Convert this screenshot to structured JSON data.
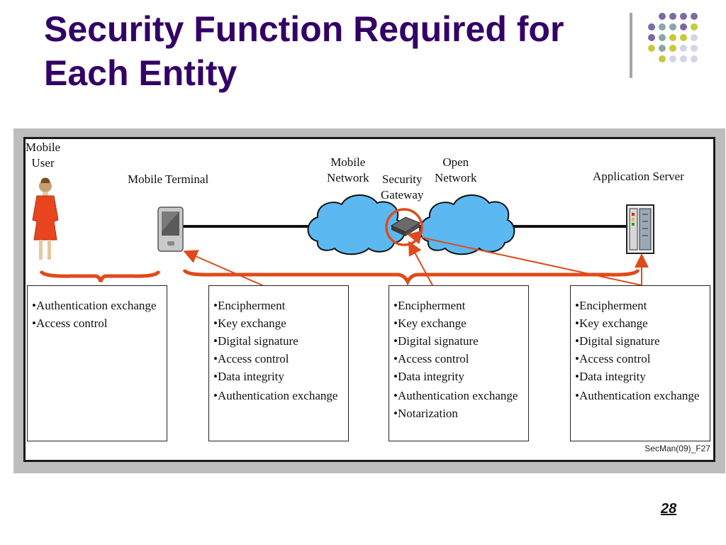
{
  "slide": {
    "title_line1": "Security Function Required for",
    "title_line2": "Each Entity",
    "page_number": "28",
    "figure_code": "SecMan(09)_F27"
  },
  "entities": {
    "mobile_user": {
      "line1": "Mobile",
      "line2": "User"
    },
    "mobile_terminal": "Mobile Terminal",
    "mobile_network": {
      "line1": "Mobile",
      "line2": "Network"
    },
    "security_gateway": {
      "line1": "Security",
      "line2": "Gateway"
    },
    "open_network": {
      "line1": "Open",
      "line2": "Network"
    },
    "application_server": "Application Server"
  },
  "boxes": [
    {
      "items": [
        "Authentication exchange",
        "Access control"
      ]
    },
    {
      "items": [
        "Encipherment",
        "Key exchange",
        "Digital signature",
        "Access control",
        "Data integrity",
        "Authentication exchange"
      ]
    },
    {
      "items": [
        "Encipherment",
        "Key exchange",
        "Digital signature",
        "Access control",
        "Data integrity",
        "Authentication exchange",
        "Notarization"
      ]
    },
    {
      "items": [
        "Encipherment",
        "Key exchange",
        "Digital signature",
        "Access control",
        "Data integrity",
        "Authentication exchange"
      ]
    }
  ],
  "colors": {
    "title": "#330066",
    "accent": "#e04a1a",
    "cloud": "#5bb8f0",
    "dots_purple": "#7b6aa6",
    "dots_teal": "#8aa6a6",
    "dots_olive": "#c8c83c",
    "dots_lavender": "#d4d4e8"
  },
  "icons": [
    "person-icon",
    "pda-icon",
    "cloud-icon",
    "gateway-device-icon",
    "server-rack-icon"
  ]
}
